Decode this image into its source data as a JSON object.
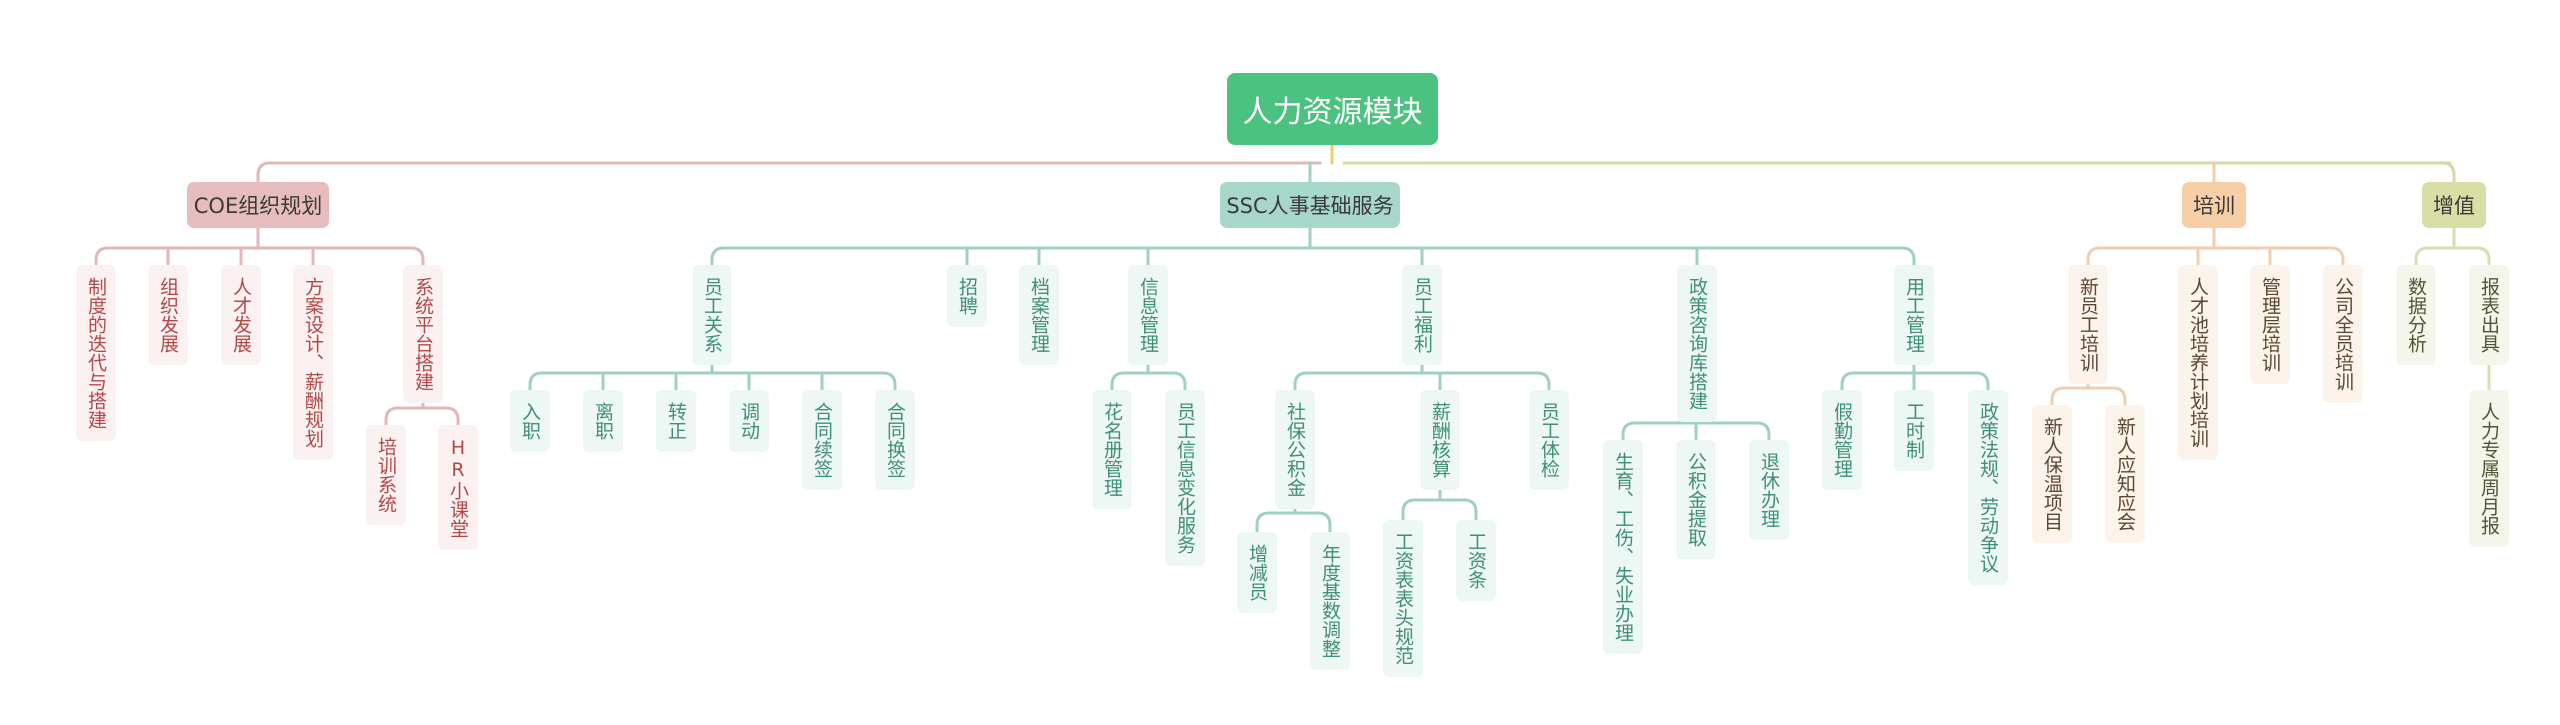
{
  "root": {
    "label": "人力资源模块",
    "color": "#4bc27f"
  },
  "branches": {
    "coe": {
      "label": "COE组织规划",
      "color": "#e7bcbc",
      "line": "#e3b7b7",
      "children": [
        "制度的迭代与搭建",
        "组织发展",
        "人才发展",
        "方案设计、薪酬规划",
        "系统平台搭建"
      ],
      "system": [
        "培训系统",
        "HR小课堂"
      ]
    },
    "ssc": {
      "label": "SSC人事基础服务",
      "color": "#a6d7ca",
      "line": "#9fd0c2",
      "children": [
        "员工关系",
        "招聘",
        "档案管理",
        "信息管理",
        "员工福利",
        "政策咨询库搭建",
        "用工管理"
      ],
      "relations": [
        "入职",
        "离职",
        "转正",
        "调动",
        "合同续签",
        "合同换签"
      ],
      "info": [
        "花名册管理",
        "员工信息变化服务"
      ],
      "welfare": [
        "社保公积金",
        "薪酬核算",
        "员工体检"
      ],
      "social": [
        "增减员",
        "年度基数调整"
      ],
      "salary": [
        "工资表表头规范",
        "工资条"
      ],
      "policy": [
        "生育、工伤、失业办理",
        "公积金提取",
        "退休办理"
      ],
      "employment": [
        "假勤管理",
        "工时制",
        "政策法规、劳动争议"
      ]
    },
    "training": {
      "label": "培训",
      "color": "#f6cfa6",
      "line": "#efcfae",
      "children": [
        "新员工培训",
        "人才池培养计划培训",
        "管理层培训",
        "公司全员培训"
      ],
      "newbie": [
        "新人保温项目",
        "新人应知应会"
      ]
    },
    "value": {
      "label": "增值",
      "color": "#d8dea6",
      "line": "#d8deb2",
      "children": [
        "数据分析",
        "报表出具"
      ],
      "report": [
        "人力专属周月报"
      ]
    }
  },
  "colors": {
    "root_line": "#e8cc78",
    "top_line_green": "#d6dba6"
  }
}
